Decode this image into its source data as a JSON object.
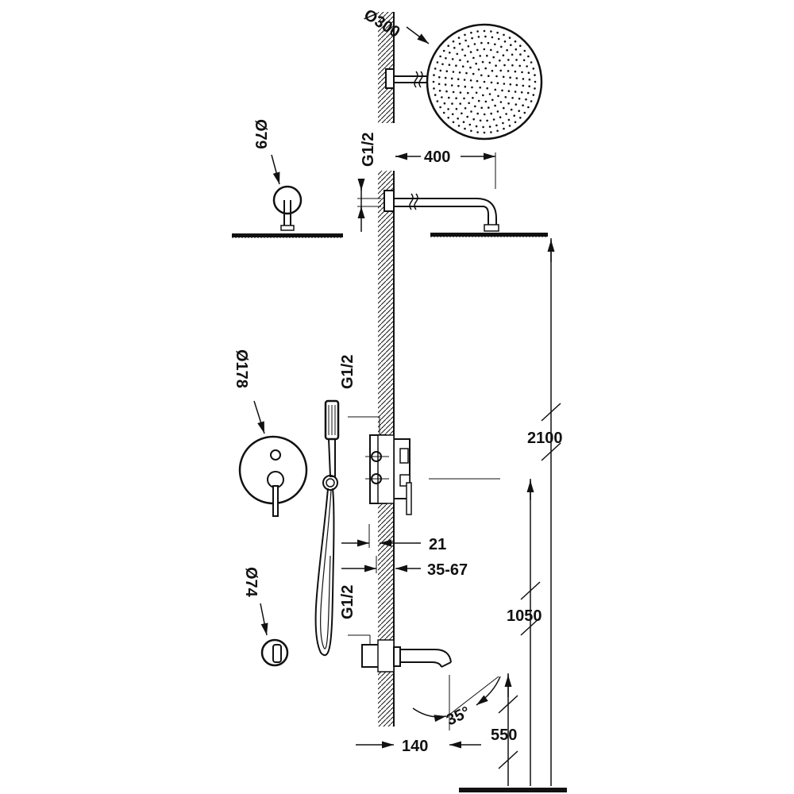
{
  "colors": {
    "line": "#111111",
    "background": "#ffffff"
  },
  "labels": {
    "head_diameter": "Ø300",
    "wall_cap_diameter": "Ø79",
    "mixer_plate_diameter": "Ø178",
    "spout_cap_diameter": "Ø74",
    "arm_thread": "G1/2",
    "mixer_thread": "G1/2",
    "spout_thread": "G1/2",
    "arm_length": "400",
    "head_height": "2100",
    "mixer_height": "1050",
    "spout_height": "550",
    "spout_projection": "140",
    "plate_thickness": "21",
    "embed_depth": "35-67",
    "spout_angle": "35°"
  }
}
